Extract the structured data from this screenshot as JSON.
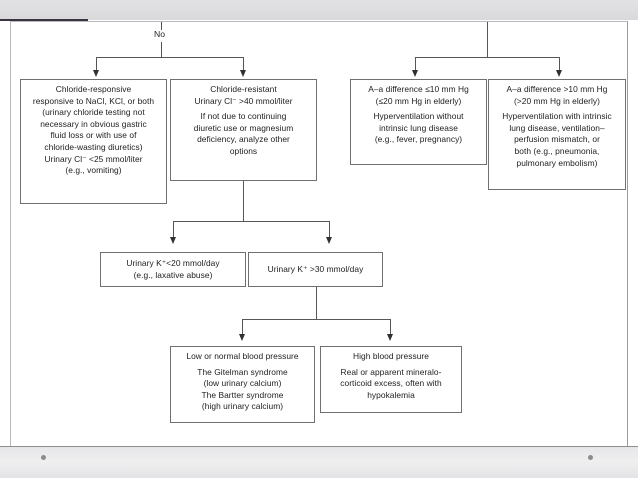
{
  "slide": {
    "background_color": "#ffffff",
    "chrome_color": "#e2e2e4",
    "rule_color": "#3a3340",
    "node_border_color": "#6f6f74",
    "connector_color": "#55555a"
  },
  "diagram": {
    "type": "flowchart",
    "edge_labels": [
      {
        "id": "no-label",
        "text": "No"
      }
    ],
    "nodes": [
      {
        "id": "chloride-responsive",
        "lines": [
          "Chloride-responsive",
          "responsive to NaCl, KCl, or both",
          "(urinary chloride testing not",
          "necessary in obvious gastric",
          "fluid loss or with use of",
          "chloride-wasting diuretics)",
          "Urinary Cl⁻ <25 mmol/liter",
          "(e.g., vomiting)"
        ]
      },
      {
        "id": "chloride-resistant",
        "lines": [
          "Chloride-resistant",
          "Urinary Cl⁻ >40 mmol/liter",
          "If not due to continuing",
          "diuretic use or magnesium",
          "deficiency, analyze other",
          "options"
        ]
      },
      {
        "id": "aa-difference-low",
        "lines": [
          "A–a difference ≤10 mm Hg",
          "(≤20 mm Hg in elderly)",
          "Hyperventilation without",
          "intrinsic lung disease",
          "(e.g., fever, pregnancy)"
        ]
      },
      {
        "id": "aa-difference-high",
        "lines": [
          "A–a difference >10 mm Hg",
          "(>20 mm Hg in elderly)",
          "Hyperventilation with intrinsic",
          "lung disease, ventilation–",
          "perfusion mismatch, or",
          "both (e.g., pneumonia,",
          "pulmonary embolism)"
        ]
      },
      {
        "id": "urinary-k-low",
        "lines": [
          "Urinary K⁺<20 mmol/day",
          "(e.g., laxative abuse)"
        ]
      },
      {
        "id": "urinary-k-high",
        "lines": [
          "Urinary K⁺ >30 mmol/day"
        ]
      },
      {
        "id": "low-normal-bp",
        "lines": [
          "Low or normal blood pressure",
          "The Gitelman syndrome",
          "(low urinary calcium)",
          "The Bartter syndrome",
          "(high urinary calcium)"
        ]
      },
      {
        "id": "high-bp",
        "lines": [
          "High blood pressure",
          "Real or apparent mineralo-",
          "corticoid excess, often with",
          "hypokalemia"
        ]
      }
    ]
  }
}
